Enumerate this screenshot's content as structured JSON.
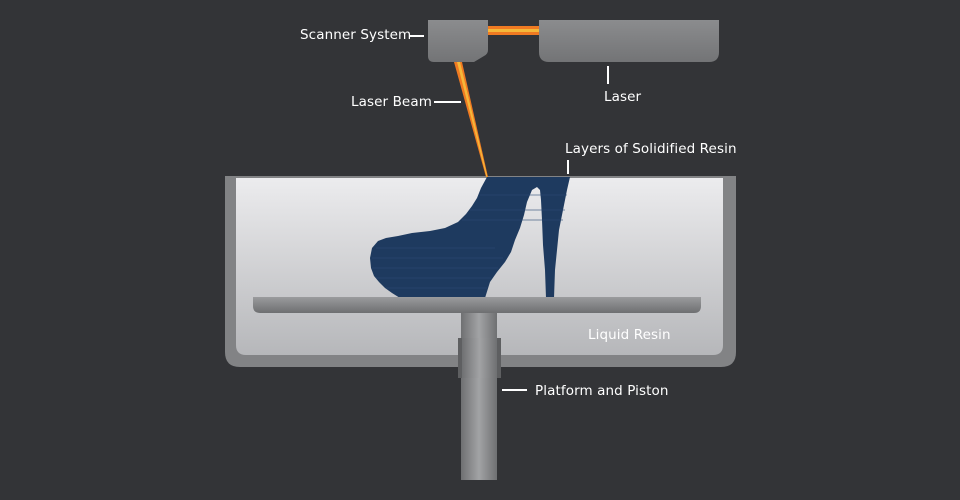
{
  "diagram": {
    "labels": {
      "scanner_system": "Scanner System",
      "laser_beam": "Laser Beam",
      "laser": "Laser",
      "layers_resin": "Layers of Solidified Resin",
      "liquid_resin": "Liquid Resin",
      "platform_piston": "Platform and Piston"
    },
    "colors": {
      "background": "#333437",
      "machine_gray": "#7d7e80",
      "resin_light": "#e6e6e8",
      "resin_dark": "#b4b5b8",
      "solidified_resin": "#1e3a5f",
      "beam_orange": "#f07a22",
      "beam_yellow": "#f5b83a",
      "label_text": "#ffffff"
    }
  }
}
